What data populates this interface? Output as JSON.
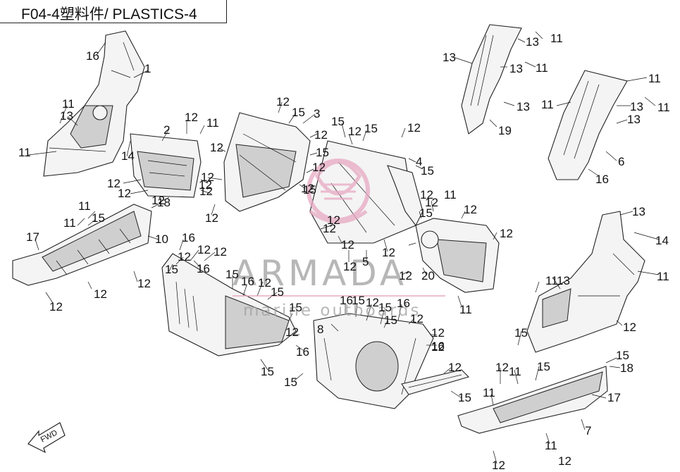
{
  "title": "F04-4塑料件/ PLASTICS-4",
  "watermark": {
    "brand": "ARMADA",
    "tagline": "marine outboards",
    "color": "#e7a9c2",
    "text_color": "#a0a0a0"
  },
  "fwd_label": "FWD",
  "callouts": [
    {
      "num": "16"
    },
    {
      "num": "1"
    },
    {
      "num": "11"
    },
    {
      "num": "13"
    },
    {
      "num": "11"
    },
    {
      "num": "14"
    },
    {
      "num": "2"
    },
    {
      "num": "12"
    },
    {
      "num": "11"
    },
    {
      "num": "12"
    },
    {
      "num": "12"
    },
    {
      "num": "12"
    },
    {
      "num": "18"
    },
    {
      "num": "12"
    },
    {
      "num": "12"
    },
    {
      "num": "11"
    },
    {
      "num": "11"
    },
    {
      "num": "15"
    },
    {
      "num": "17"
    },
    {
      "num": "10"
    },
    {
      "num": "12"
    },
    {
      "num": "12"
    },
    {
      "num": "12"
    },
    {
      "num": "12"
    },
    {
      "num": "15"
    },
    {
      "num": "3"
    },
    {
      "num": "12"
    },
    {
      "num": "12"
    },
    {
      "num": "15"
    },
    {
      "num": "12"
    },
    {
      "num": "12"
    },
    {
      "num": "15"
    },
    {
      "num": "12"
    },
    {
      "num": "12"
    },
    {
      "num": "15"
    },
    {
      "num": "12"
    },
    {
      "num": "15"
    },
    {
      "num": "12"
    },
    {
      "num": "4"
    },
    {
      "num": "15"
    },
    {
      "num": "12"
    },
    {
      "num": "11"
    },
    {
      "num": "15"
    },
    {
      "num": "12"
    },
    {
      "num": "12"
    },
    {
      "num": "12"
    },
    {
      "num": "12"
    },
    {
      "num": "5"
    },
    {
      "num": "12"
    },
    {
      "num": "12"
    },
    {
      "num": "12"
    },
    {
      "num": "20"
    },
    {
      "num": "11"
    },
    {
      "num": "13"
    },
    {
      "num": "11"
    },
    {
      "num": "13"
    },
    {
      "num": "11"
    },
    {
      "num": "13"
    },
    {
      "num": "13"
    },
    {
      "num": "19"
    },
    {
      "num": "11"
    },
    {
      "num": "11"
    },
    {
      "num": "13"
    },
    {
      "num": "11"
    },
    {
      "num": "13"
    },
    {
      "num": "6"
    },
    {
      "num": "16"
    },
    {
      "num": "13"
    },
    {
      "num": "14"
    },
    {
      "num": "11"
    },
    {
      "num": "13"
    },
    {
      "num": "11"
    },
    {
      "num": "12"
    },
    {
      "num": "15"
    },
    {
      "num": "16"
    },
    {
      "num": "12"
    },
    {
      "num": "12"
    },
    {
      "num": "12"
    },
    {
      "num": "15"
    },
    {
      "num": "16"
    },
    {
      "num": "16"
    },
    {
      "num": "12"
    },
    {
      "num": "15"
    },
    {
      "num": "15"
    },
    {
      "num": "15"
    },
    {
      "num": "12"
    },
    {
      "num": "16"
    },
    {
      "num": "15"
    },
    {
      "num": "15"
    },
    {
      "num": "16"
    },
    {
      "num": "15"
    },
    {
      "num": "12"
    },
    {
      "num": "15"
    },
    {
      "num": "16"
    },
    {
      "num": "12"
    },
    {
      "num": "15"
    },
    {
      "num": "12"
    },
    {
      "num": "12"
    },
    {
      "num": "16"
    },
    {
      "num": "8"
    },
    {
      "num": "12"
    },
    {
      "num": "15"
    },
    {
      "num": "15"
    },
    {
      "num": "18"
    },
    {
      "num": "12"
    },
    {
      "num": "11"
    },
    {
      "num": "15"
    },
    {
      "num": "11"
    },
    {
      "num": "17"
    },
    {
      "num": "7"
    },
    {
      "num": "11"
    },
    {
      "num": "12"
    },
    {
      "num": "12"
    },
    {
      "num": "12"
    },
    {
      "num": "12"
    }
  ]
}
